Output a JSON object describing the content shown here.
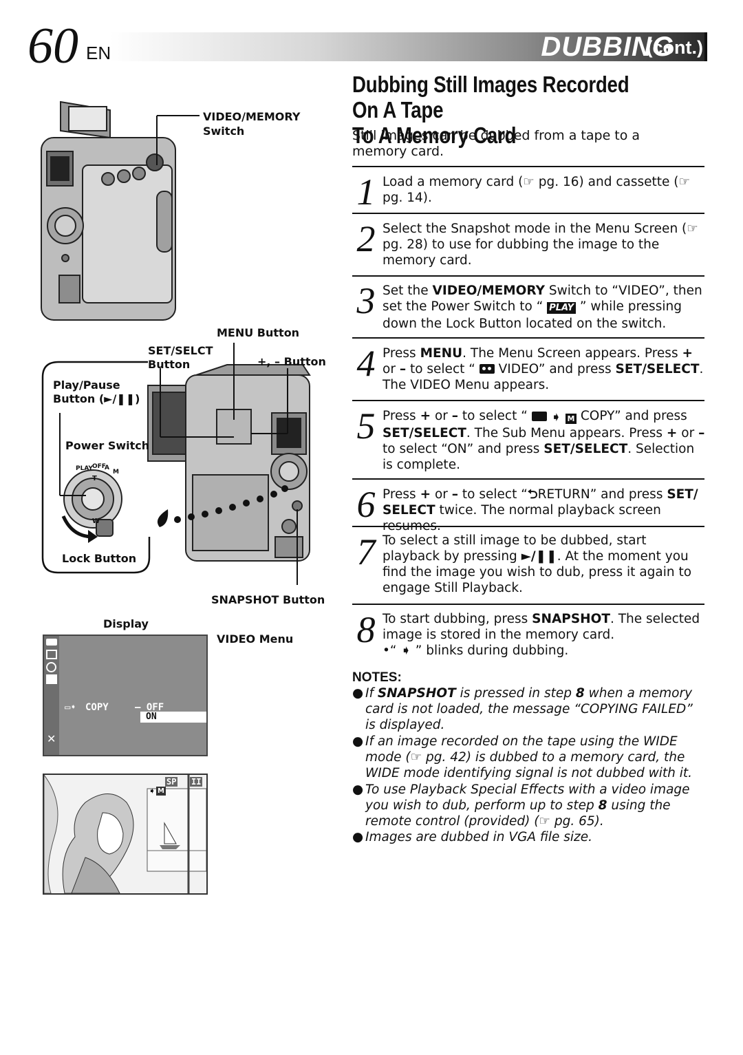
{
  "header": {
    "page_number": "60",
    "lang": "EN",
    "title": "DUBBING",
    "cont": "(cont.)"
  },
  "section": {
    "title_line1": "Dubbing Still Images Recorded On A Tape",
    "title_line2": "To A Memory Card",
    "intro": "Still images can be dubbed from a tape to a memory card."
  },
  "steps": [
    {
      "num": "1",
      "parts": [
        "Load a memory card (☞ pg. 16) and cassette (☞ pg. 14)."
      ]
    },
    {
      "num": "2",
      "parts": [
        "Select the Snapshot mode in the Menu Screen (☞ pg. 28) to use for dubbing the image to the memory card."
      ]
    },
    {
      "num": "3",
      "p1": "Set the ",
      "b1": "VIDEO/MEMORY",
      "p2": " Switch to “VIDEO”, then set the Power Switch to “ ",
      "icon": "PLAY",
      "p3": " ” while pressing down the Lock Button located on the switch."
    },
    {
      "num": "4",
      "p1": "Press ",
      "b1": "MENU",
      "p2": ". The Menu Screen appears. Press ",
      "b2": "+",
      "p3": " or ",
      "b3": "–",
      "p4": " to select “ ",
      "p5": " VIDEO” and press ",
      "b4": "SET/SELECT",
      "p6": ". The VIDEO Menu appears."
    },
    {
      "num": "5",
      "p1": "Press ",
      "b1": "+",
      "p2": " or ",
      "b2": "–",
      "p3": " to select “ ",
      "p4": " COPY” and press ",
      "b3": "SET/SELECT",
      "p5": ". The Sub Menu appears. Press ",
      "b4": "+",
      "p6": " or ",
      "b5": "–",
      "p7": " to select “ON” and press ",
      "b6": "SET/SELECT",
      "p8": ". Selection is complete."
    },
    {
      "num": "6",
      "p1": "Press ",
      "b1": "+",
      "p2": " or ",
      "b2": "–",
      "p3": " to select “",
      "p4": "RETURN” and press ",
      "b3": "SET/ SELECT",
      "p5": " twice. The normal playback screen resumes."
    },
    {
      "num": "7",
      "p1": "To select a still image to be dubbed, start playback by pressing ",
      "b1": "►/❚❚",
      "p2": ". At the moment you find the image you wish to dub, press it again to engage Still Playback."
    },
    {
      "num": "8",
      "p1": "To start dubbing, press ",
      "b1": "SNAPSHOT",
      "p2": ". The selected image is stored in the memory card.",
      "p3": "•“ ",
      "p4": " ” blinks during dubbing."
    }
  ],
  "notes": {
    "heading": "NOTES:",
    "items": [
      {
        "p1": "If ",
        "b1": "SNAPSHOT",
        "p2": " is pressed in step ",
        "b2": "8",
        "p3": " when a memory card is not loaded, the message “COPYING FAILED” is displayed."
      },
      {
        "p1": "If an image recorded on the tape using the WIDE mode (☞ pg. 42) is dubbed to a memory card, the WIDE mode identifying signal is not dubbed with it."
      },
      {
        "p1": "To use Playback Special Effects with a video image you wish to dub, perform up to step ",
        "b1": "8",
        "p2": " using the remote control (provided) (☞ pg. 65)."
      },
      {
        "p1": "Images are dubbed in VGA file size."
      }
    ]
  },
  "figure": {
    "video_memory_label": "VIDEO/MEMORY",
    "switch_label": "Switch",
    "menu_button": "MENU Button",
    "set_select_label": "SET/SELCT",
    "set_select_button": "Button",
    "plus_minus_button": "+, – Button",
    "play_pause_label": "Play/Pause",
    "play_pause_button": "Button (►/❚❚)",
    "power_switch": "Power Switch",
    "lock_button": "Lock Button",
    "snapshot_button": "SNAPSHOT Button",
    "display_label": "Display",
    "video_menu_label": "VIDEO Menu",
    "dial_labels": [
      "PLAY",
      "OFF",
      "A",
      "M",
      "T",
      "W"
    ]
  },
  "lcd": {
    "copy_label": "COPY",
    "off_label": "– OFF",
    "on_label": "ON"
  },
  "picture": {
    "sp_label": "SP",
    "pause_label": "II",
    "m_label": "M"
  }
}
